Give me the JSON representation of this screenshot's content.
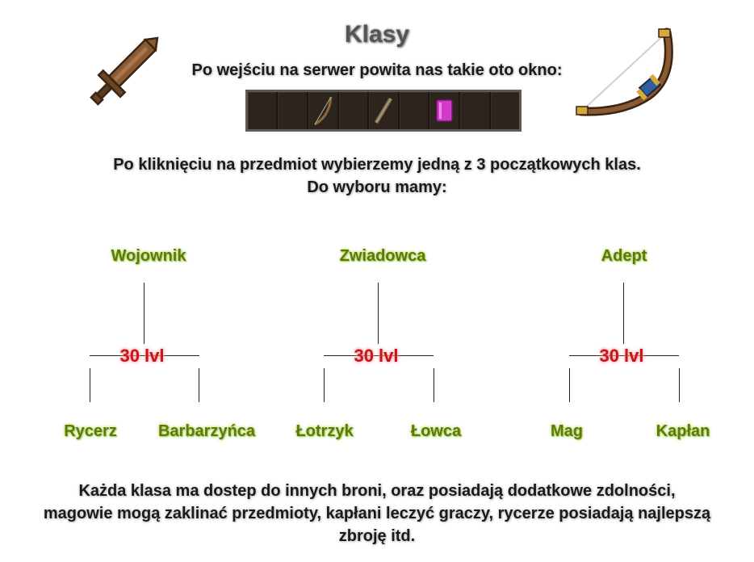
{
  "title": "Klasy",
  "intro": "Po wejściu na serwer powita nas takie oto okno:",
  "body": {
    "line1": "Po kliknięciu na przedmiot wybierzemy jedną z 3 początkowych klas.",
    "line2": "Do wyboru mamy:"
  },
  "hotbar": {
    "slots": 9,
    "items": [
      {
        "slot": 3,
        "icon": "bow-icon"
      },
      {
        "slot": 5,
        "icon": "stick-icon"
      },
      {
        "slot": 7,
        "icon": "spellbook-icon"
      }
    ]
  },
  "tree": [
    {
      "class": "Wojownik",
      "level": "30 lvl",
      "subclasses": [
        "Rycerz",
        "Barbarzyńca"
      ]
    },
    {
      "class": "Zwiadowca",
      "level": "30 lvl",
      "subclasses": [
        "Łotrzyk",
        "Łowca"
      ]
    },
    {
      "class": "Adept",
      "level": "30 lvl",
      "subclasses": [
        "Mag",
        "Kapłan"
      ]
    }
  ],
  "footer": {
    "line1": "Każda klasa ma dostep do innych broni, oraz posiadają dodatkowe zdolności,",
    "line2": "magowie mogą zaklinać przedmioty, kapłani leczyć graczy, rycerze posiadają najlepszą",
    "line3": "zbroję itd."
  },
  "colors": {
    "class_text": "#5c7a08",
    "level_text": "#c4161c",
    "hotbar_bg": "#2d241d"
  },
  "decor": {
    "left_icon": "sword-icon",
    "right_icon": "bow-icon"
  }
}
